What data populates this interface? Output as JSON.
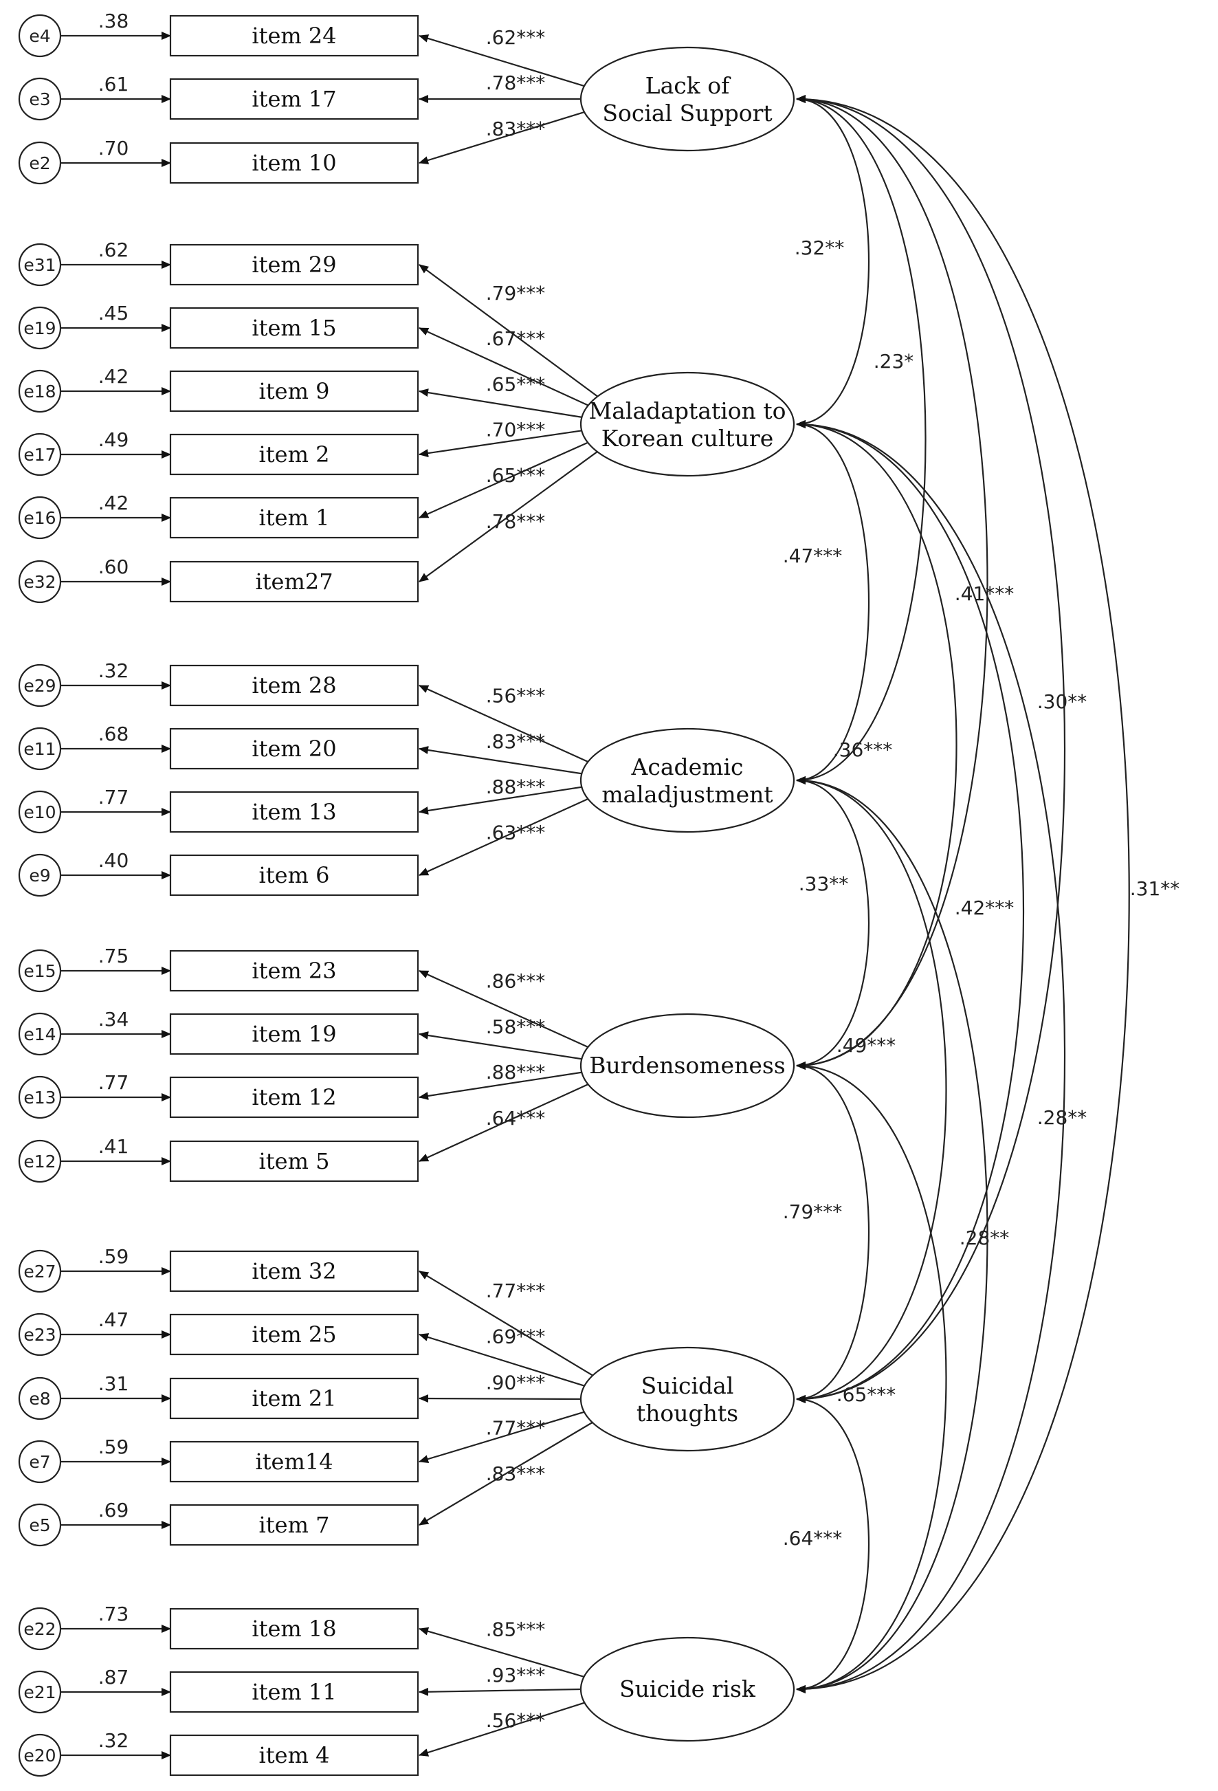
{
  "factors": [
    {
      "name": "Lack of\nSocial Support",
      "items": [
        {
          "err": "e4",
          "r2": ".38",
          "label": "item 24",
          "load": ".62***"
        },
        {
          "err": "e3",
          "r2": ".61",
          "label": "item 17",
          "load": ".78***"
        },
        {
          "err": "e2",
          "r2": ".70",
          "label": "item 10",
          "load": ".83***"
        }
      ]
    },
    {
      "name": "Maladaptation to\nKorean culture",
      "items": [
        {
          "err": "e31",
          "r2": ".62",
          "label": "item 29",
          "load": ".79***"
        },
        {
          "err": "e19",
          "r2": ".45",
          "label": "item 15",
          "load": ".67***"
        },
        {
          "err": "e18",
          "r2": ".42",
          "label": "item 9",
          "load": ".65***"
        },
        {
          "err": "e17",
          "r2": ".49",
          "label": "item 2",
          "load": ".70***"
        },
        {
          "err": "e16",
          "r2": ".42",
          "label": "item 1",
          "load": ".65***"
        },
        {
          "err": "e32",
          "r2": ".60",
          "label": "item27",
          "load": ".78***"
        }
      ]
    },
    {
      "name": "Academic\nmaladjustment",
      "items": [
        {
          "err": "e29",
          "r2": ".32",
          "label": "item 28",
          "load": ".56***"
        },
        {
          "err": "e11",
          "r2": ".68",
          "label": "item 20",
          "load": ".83***"
        },
        {
          "err": "e10",
          "r2": ".77",
          "label": "item 13",
          "load": ".88***"
        },
        {
          "err": "e9",
          "r2": ".40",
          "label": "item 6",
          "load": ".63***"
        }
      ]
    },
    {
      "name": "Burdensomeness",
      "items": [
        {
          "err": "e15",
          "r2": ".75",
          "label": "item 23",
          "load": ".86***"
        },
        {
          "err": "e14",
          "r2": ".34",
          "label": "item 19",
          "load": ".58***"
        },
        {
          "err": "e13",
          "r2": ".77",
          "label": "item 12",
          "load": ".88***"
        },
        {
          "err": "e12",
          "r2": ".41",
          "label": "item 5",
          "load": ".64***"
        }
      ]
    },
    {
      "name": "Suicidal\nthoughts",
      "items": [
        {
          "err": "e27",
          "r2": ".59",
          "label": "item 32",
          "load": ".77***"
        },
        {
          "err": "e23",
          "r2": ".47",
          "label": "item 25",
          "load": ".69***"
        },
        {
          "err": "e8",
          "r2": ".31",
          "label": "item 21",
          "load": ".90***"
        },
        {
          "err": "e7",
          "r2": ".59",
          "label": "item14",
          "load": ".77***"
        },
        {
          "err": "e5",
          "r2": ".69",
          "label": "item 7",
          "load": ".83***"
        }
      ]
    },
    {
      "name": "Suicide risk",
      "items": [
        {
          "err": "e22",
          "r2": ".73",
          "label": "item 18",
          "load": ".85***"
        },
        {
          "err": "e21",
          "r2": ".87",
          "label": "item 11",
          "load": ".93***"
        },
        {
          "err": "e20",
          "r2": ".32",
          "label": "item 4",
          "load": ".56***"
        }
      ]
    }
  ],
  "correlations": [
    {
      "from": 0,
      "to": 1,
      "value": ".32**"
    },
    {
      "from": 0,
      "to": 2,
      "value": ".23*"
    },
    {
      "from": 0,
      "to": 3,
      "value": ".41***"
    },
    {
      "from": 0,
      "to": 4,
      "value": ".30**"
    },
    {
      "from": 0,
      "to": 5,
      "value": ".31**"
    },
    {
      "from": 1,
      "to": 2,
      "value": ".47***"
    },
    {
      "from": 1,
      "to": 3,
      "value": ".36***"
    },
    {
      "from": 1,
      "to": 4,
      "value": ".42***"
    },
    {
      "from": 1,
      "to": 5,
      "value": ".28**"
    },
    {
      "from": 2,
      "to": 3,
      "value": ".33**"
    },
    {
      "from": 2,
      "to": 4,
      "value": ".49***"
    },
    {
      "from": 2,
      "to": 5,
      "value": ".28**"
    },
    {
      "from": 3,
      "to": 4,
      "value": ".79***"
    },
    {
      "from": 3,
      "to": 5,
      "value": ".65***"
    },
    {
      "from": 4,
      "to": 5,
      "value": ".64***"
    }
  ]
}
